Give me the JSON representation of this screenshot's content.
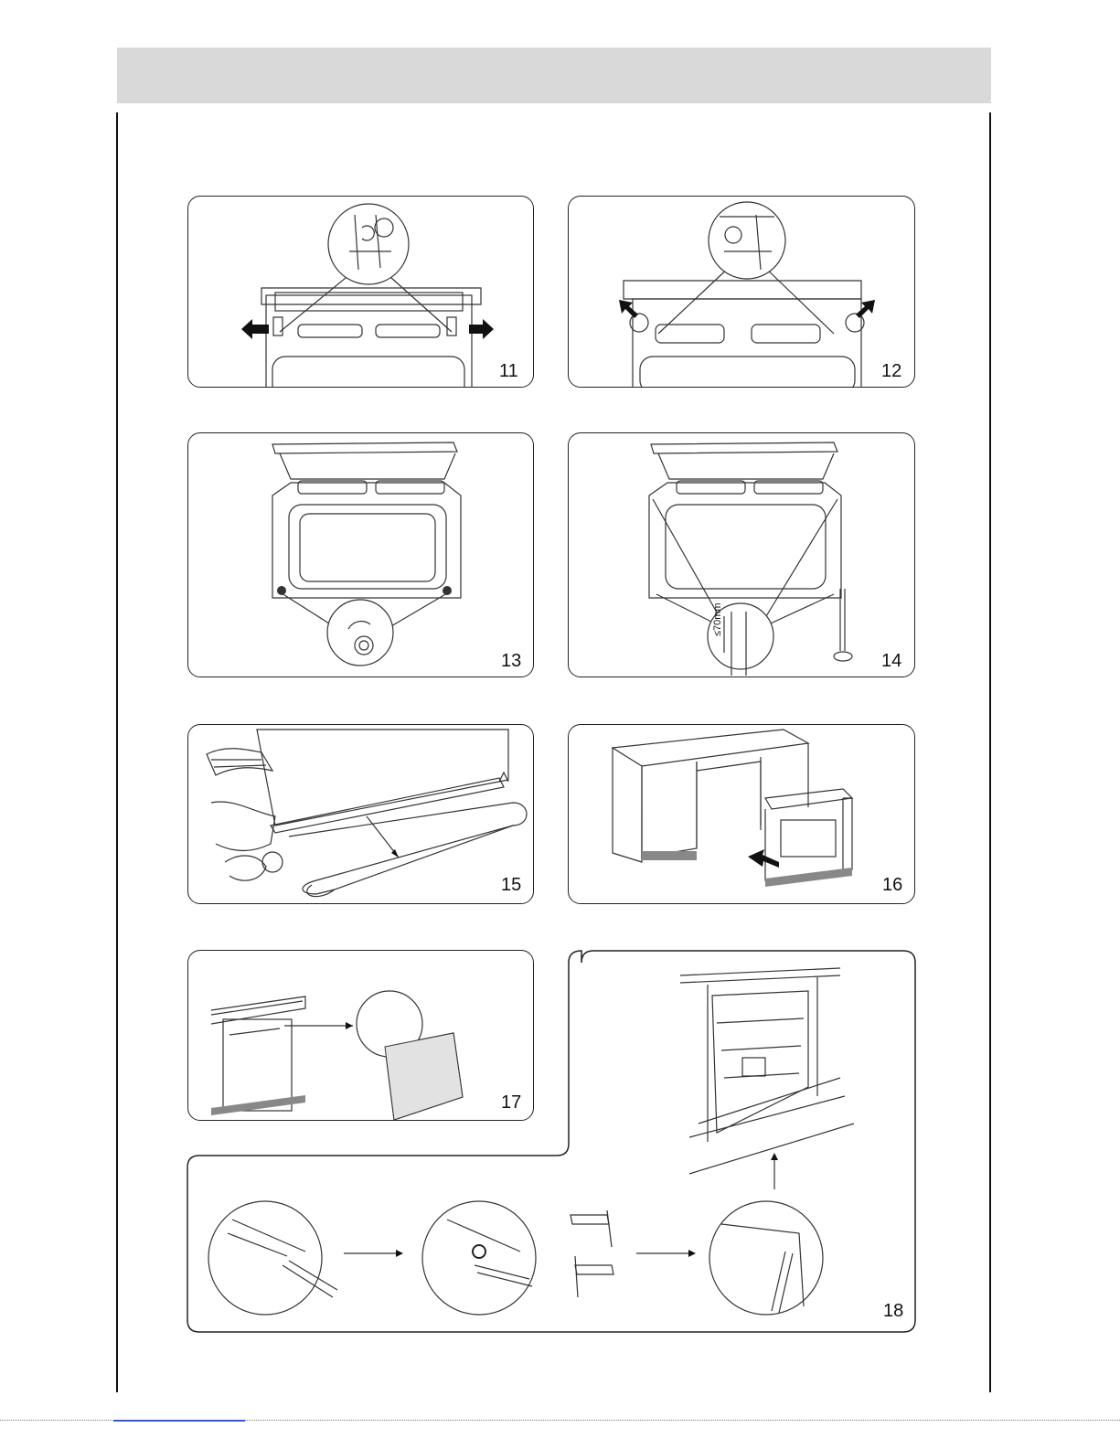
{
  "figures": {
    "fig11": "11",
    "fig12": "12",
    "fig13": "13",
    "fig14": "14",
    "fig15": "15",
    "fig16": "16",
    "fig17": "17",
    "fig18": "18"
  },
  "labels": {
    "screw_length": "≤70mm"
  },
  "colors": {
    "header_bar": "#d9d9d9",
    "line": "#222222",
    "plinth": "#888888"
  },
  "icons": [
    "arrow-icon",
    "screw-icon",
    "magnifier-circle-icon",
    "bracket-icon",
    "hose-icon"
  ]
}
